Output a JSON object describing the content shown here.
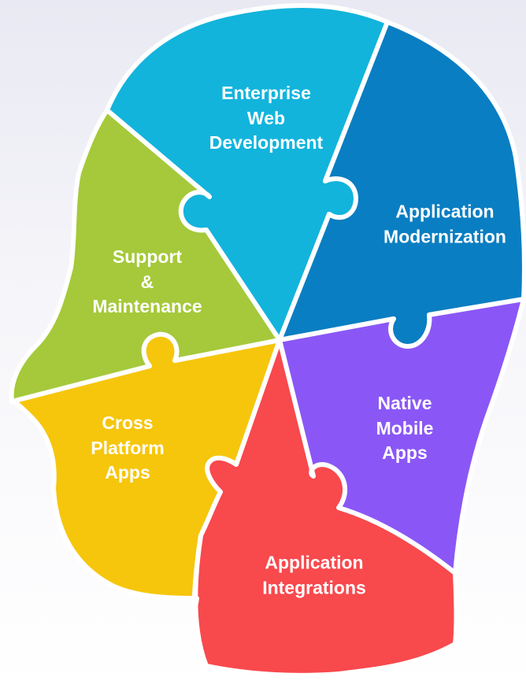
{
  "pieces": [
    {
      "key": "web",
      "color": "#12b4dc",
      "lines": [
        "Enterprise",
        "Web",
        "Development"
      ]
    },
    {
      "key": "modern",
      "color": "#0a7ec2",
      "lines": [
        "Application",
        "Modernization"
      ]
    },
    {
      "key": "mobile",
      "color": "#8a57f6",
      "lines": [
        "Native",
        "Mobile",
        "Apps"
      ]
    },
    {
      "key": "integr",
      "color": "#f8494d",
      "lines": [
        "Application",
        "Integrations"
      ]
    },
    {
      "key": "cross",
      "color": "#f6c60c",
      "lines": [
        "Cross",
        "Platform",
        "Apps"
      ]
    },
    {
      "key": "support",
      "color": "#a5c93a",
      "lines": [
        "Support",
        "&",
        "Maintenance"
      ]
    }
  ]
}
